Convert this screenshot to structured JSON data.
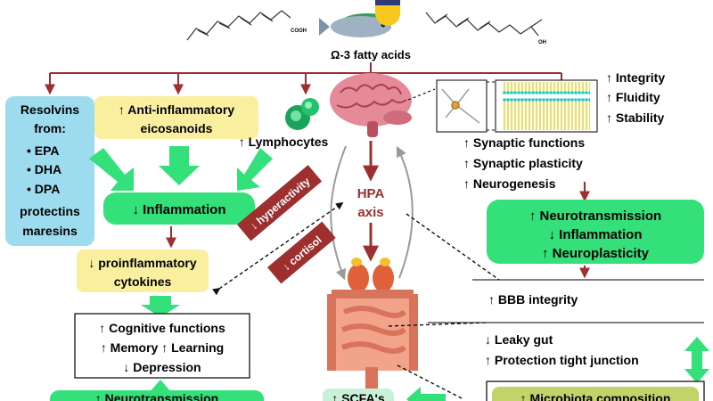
{
  "title": "Ω-3 fatty acids",
  "left_column": {
    "resolvins_lines": [
      "Resolvins",
      "from:",
      "• EPA",
      "• DHA",
      "• DPA",
      "protectins",
      "maresins"
    ],
    "anti_inflammatory_lines": [
      "↑ Anti-inflammatory",
      "eicosanoids"
    ],
    "lymphocytes": "↑ Lymphocytes",
    "inflammation": "↓ Inflammation",
    "cytokines_lines": [
      "↓ proinflammatory",
      "cytokines"
    ],
    "cognitive_lines": [
      "↑ Cognitive functions",
      "↑ Memory ↑ Learning",
      "↓ Depression"
    ],
    "bottom_left_cut": "↑ Neurotransmission"
  },
  "center": {
    "hpa_lines": [
      "HPA",
      "axis"
    ],
    "hyperactivity": "↓ hyperactivity",
    "cortisol": "↓ cortisol",
    "scfa_cut": "↑ SCFA's"
  },
  "right_column": {
    "membrane_effects": [
      "↑ Integrity",
      "↑ Fluidity",
      "↑ Stability"
    ],
    "synaptic_effects": [
      "↑ Synaptic functions",
      "↑ Synaptic plasticity",
      "↑ Neurogenesis"
    ],
    "green_box_lines": [
      "↑ Neurotransmission",
      "↓ Inflammation",
      "↑ Neuroplasticity"
    ],
    "bbb": "↑ BBB integrity",
    "gut_lines": [
      "↓ Leaky gut",
      "↑ Protection tight junction"
    ],
    "microbiota_cut": "↑ Microbiota composition"
  },
  "colors": {
    "green": "#33e07a",
    "light_green": "#c9f0d9",
    "yellow": "#f9ef9f",
    "blue": "#9ddcef",
    "dark_red": "#9e2f2f",
    "olive": "#c3d36a"
  }
}
